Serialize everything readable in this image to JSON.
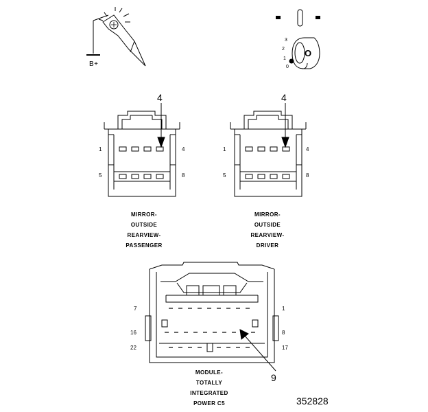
{
  "battery_label": "B+",
  "key_positions": [
    "3",
    "2",
    "1",
    "0"
  ],
  "key_letter": "O",
  "connectors": [
    {
      "id": "passenger",
      "label_lines": [
        "MIRROR-",
        "OUTSIDE",
        "REARVIEW-",
        "PASSENGER"
      ],
      "pins": {
        "top_left": "1",
        "top_right": "4",
        "bottom_left": "5",
        "bottom_right": "8"
      },
      "callout": "4"
    },
    {
      "id": "driver",
      "label_lines": [
        "MIRROR-",
        "OUTSIDE",
        "REARVIEW-",
        "DRIVER"
      ],
      "pins": {
        "top_left": "1",
        "top_right": "4",
        "bottom_left": "5",
        "bottom_right": "8"
      },
      "callout": "4"
    }
  ],
  "module": {
    "label_lines": [
      "MODULE-",
      "TOTALLY",
      "INTEGRATED",
      "POWER C5"
    ],
    "pins": {
      "row1_left": "7",
      "row1_right": "1",
      "row2_left": "16",
      "row2_right": "8",
      "row3_left": "22",
      "row3_right": "17"
    },
    "callout": "9"
  },
  "figure_number": "352828"
}
